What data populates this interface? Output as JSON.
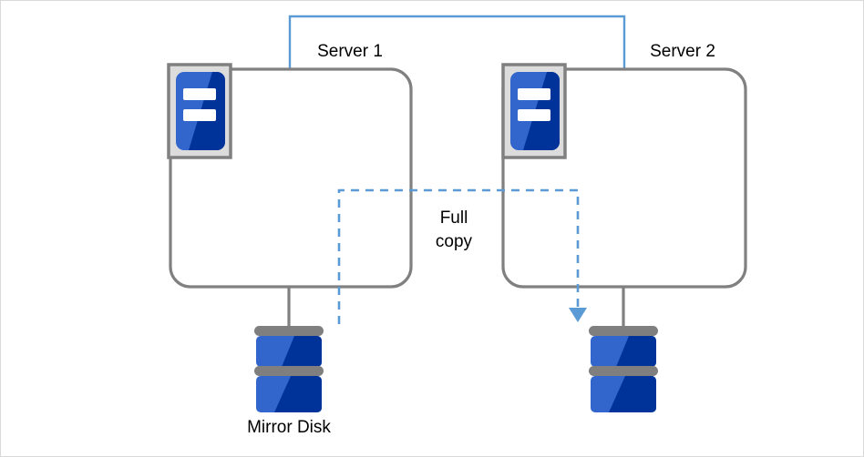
{
  "diagram": {
    "title_text": "",
    "background_color": "#ffffff",
    "border_color": "#d9d9d9",
    "nodes": {
      "server1": {
        "label": "Server 1",
        "icon_name": "server-icon",
        "box_stroke": "#808080"
      },
      "server2": {
        "label": "Server 2",
        "icon_name": "server-icon",
        "box_stroke": "#808080"
      },
      "disk1": {
        "label": "Mirror Disk",
        "icon_name": "disk-stack-icon"
      },
      "disk2": {
        "label": "",
        "icon_name": "disk-stack-icon"
      }
    },
    "connectors": {
      "heartbeat": {
        "label": "",
        "color": "#5b9bd5",
        "style": "solid"
      },
      "full_copy": {
        "label_line1": "Full",
        "label_line2": "copy",
        "color": "#5b9bd5",
        "style": "dashed",
        "arrow": "down"
      },
      "disk_link": {
        "color": "#808080",
        "style": "solid"
      }
    },
    "colors": {
      "blue_light": "#3366cc",
      "blue_dark": "#003399",
      "gray_stroke": "#808080",
      "gray_frame_fill": "#d9d9d9",
      "accent_blue": "#5b9bd5"
    }
  }
}
